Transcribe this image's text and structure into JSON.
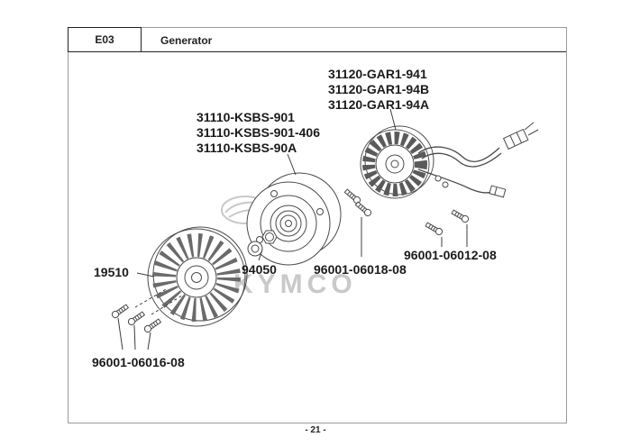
{
  "header": {
    "code": "E03",
    "title": "Generator"
  },
  "footer": {
    "page": "- 21 -"
  },
  "watermark": {
    "text": "KYMCO"
  },
  "colors": {
    "ink": "#1b1b1b",
    "line": "#4a4a4a",
    "watermark": "#c9c9c9"
  },
  "labels": {
    "stator_plate": {
      "lines": [
        "31120-GAR1-941",
        "31120-GAR1-94B",
        "31120-GAR1-94A"
      ]
    },
    "stator": {
      "lines": [
        "31110-KSBS-901",
        "31110-KSBS-901-406",
        "31110-KSBS-90A"
      ]
    },
    "flywheel": "19510",
    "nut": "94050",
    "bolt_flywheel": "96001-06018-08",
    "bolt_plate": "96001-06012-08",
    "bolt_fan": "96001-06016-08"
  }
}
